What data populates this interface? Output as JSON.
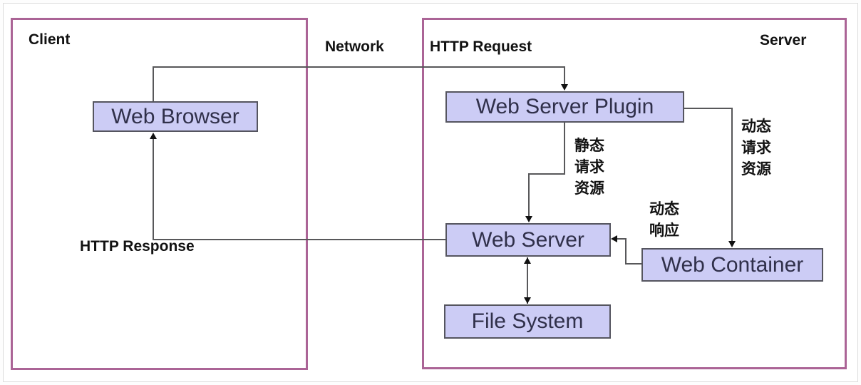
{
  "colors": {
    "group-border": "#ab6496",
    "node-fill": "#ccccf5",
    "node-border": "#55555f",
    "node-text": "#30304a",
    "line-color": "#58585a",
    "label-color": "#121212"
  },
  "groups": {
    "client": "Client",
    "server": "Server"
  },
  "nodes": {
    "web_browser": "Web Browser",
    "web_server_plugin": "Web Server Plugin",
    "web_server": "Web Server",
    "web_container": "Web Container",
    "file_system": "File System"
  },
  "labels": {
    "network": "Network",
    "http_request": "HTTP Request",
    "http_response": "HTTP Response",
    "static_request_lines": [
      "静态",
      "请求",
      "资源"
    ],
    "dynamic_request_lines": [
      "动态",
      "请求",
      "资源"
    ],
    "dynamic_response_lines": [
      "动态",
      "响应"
    ]
  }
}
